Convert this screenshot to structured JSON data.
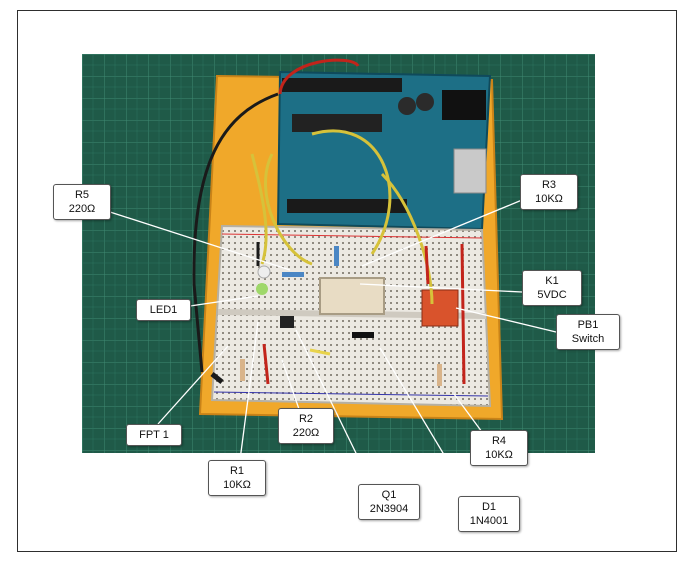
{
  "labels": {
    "r5": {
      "name": "R5",
      "value": "220Ω"
    },
    "led1": {
      "name": "LED1"
    },
    "fpt1": {
      "name": "FPT 1"
    },
    "r1": {
      "name": "R1",
      "value": "10KΩ"
    },
    "r2": {
      "name": "R2",
      "value": "220Ω"
    },
    "q1": {
      "name": "Q1",
      "value": "2N3904"
    },
    "d1": {
      "name": "D1",
      "value": "1N4001"
    },
    "r4": {
      "name": "R4",
      "value": "10KΩ"
    },
    "pb1": {
      "name": "PB1",
      "value": "Switch"
    },
    "k1": {
      "name": "K1",
      "value": "5VDC"
    },
    "r3": {
      "name": "R3",
      "value": "10KΩ"
    }
  },
  "colors": {
    "mat": "#1f5a48",
    "grid": "#3f8a72",
    "board_tray": "#f0a82a",
    "arduino": "#1d6f86",
    "breadboard": "#ece9e2",
    "wire_red": "#c2241b",
    "wire_yellow": "#d6c23a",
    "wire_black": "#1a1a1a"
  }
}
